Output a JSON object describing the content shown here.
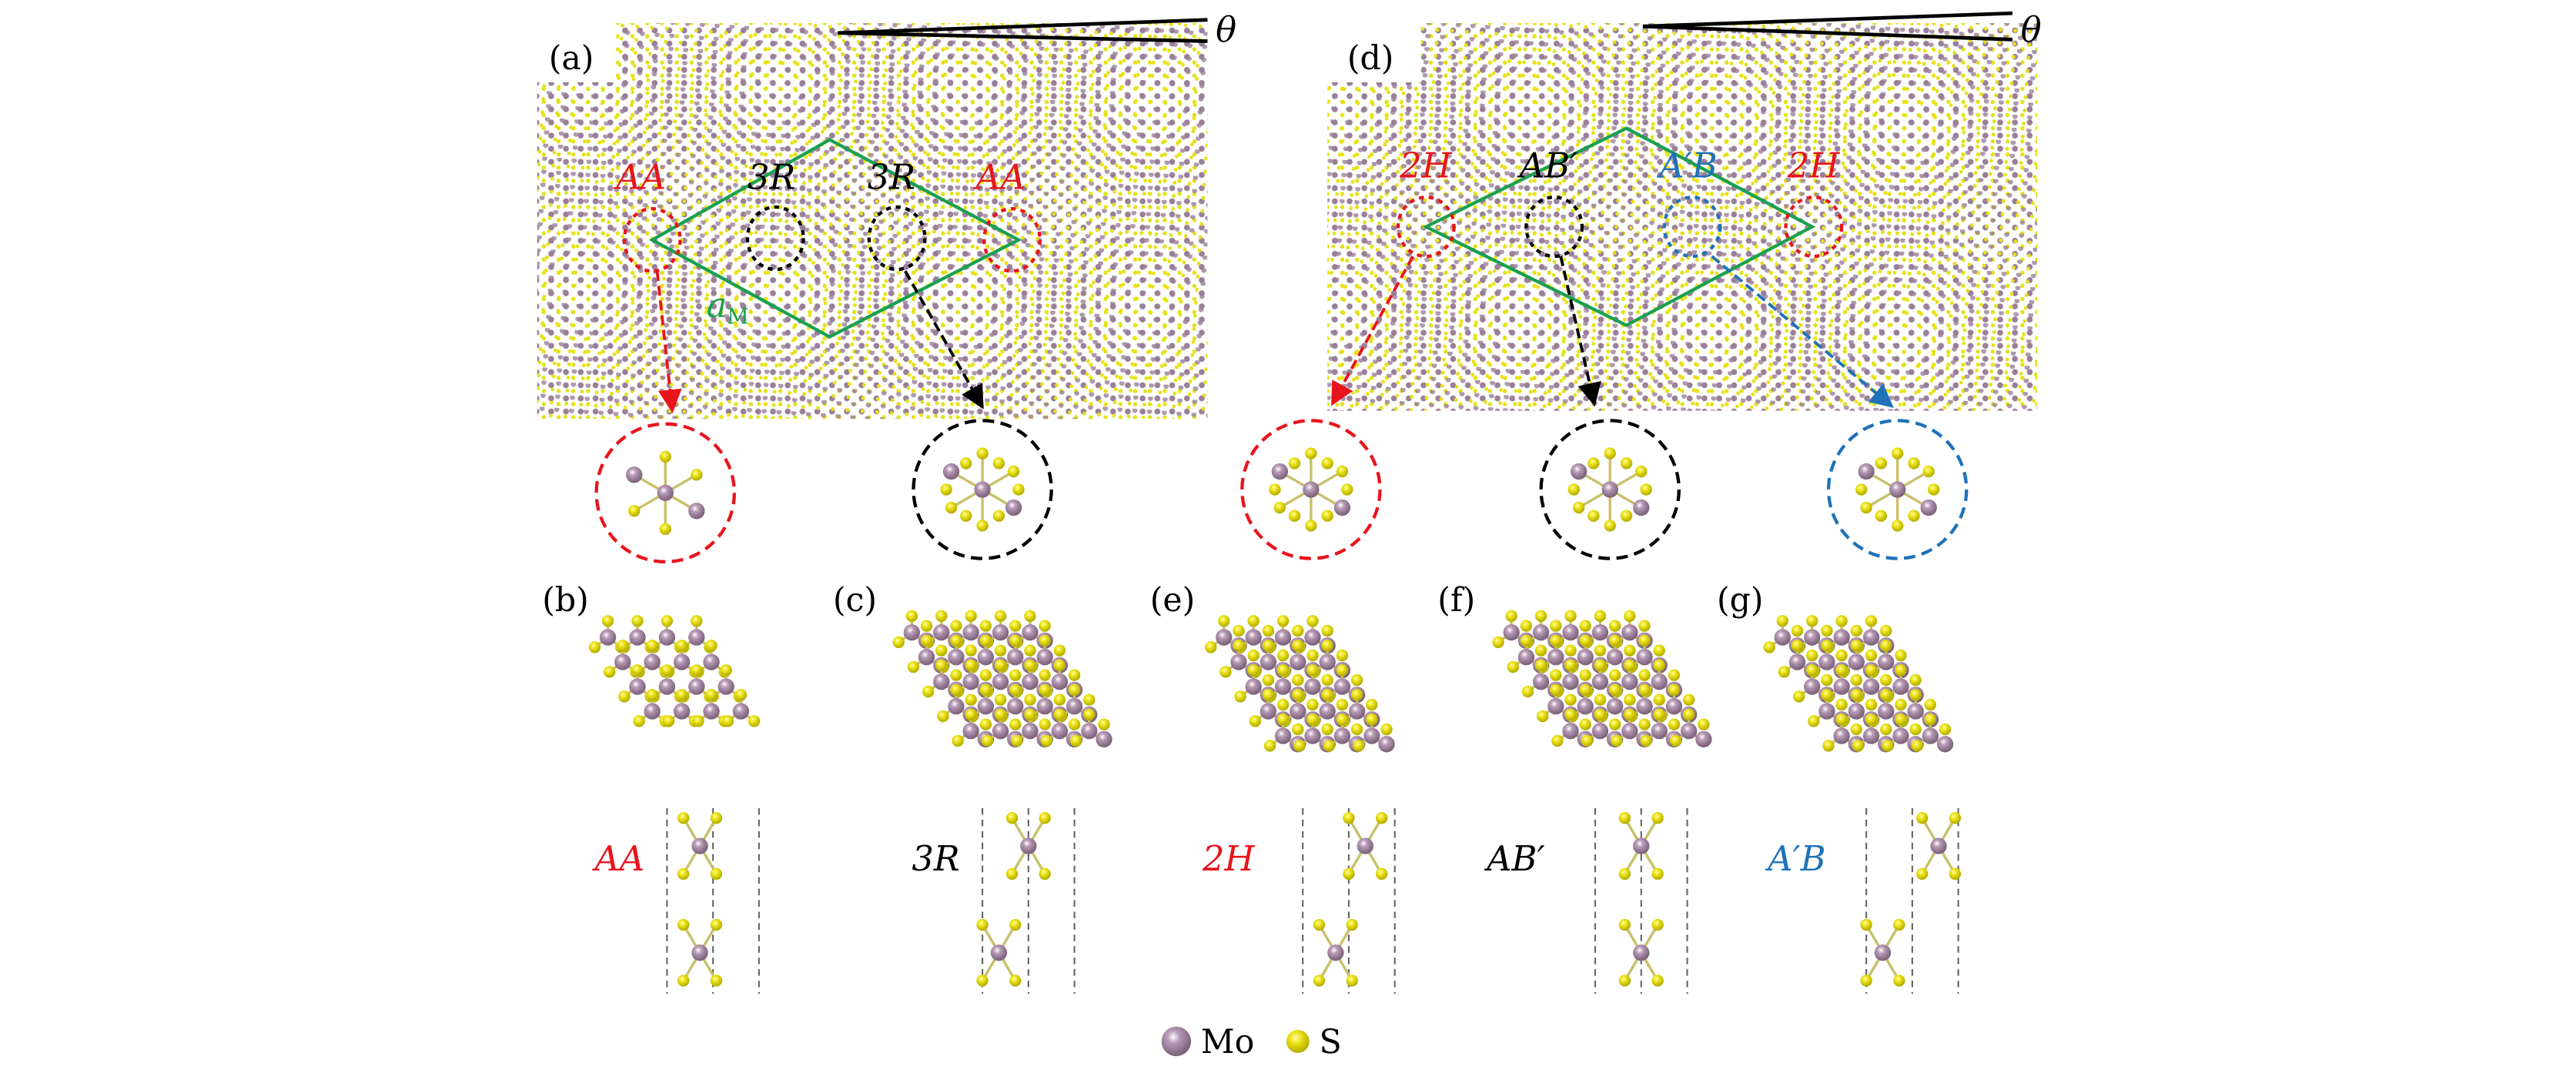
{
  "colors": {
    "mo": "#9a7f99",
    "s": "#e6e21a",
    "red": "#e8141c",
    "blue": "#1f72b8",
    "green": "#1aa050",
    "black": "#000000"
  },
  "panel_a": {
    "label": "(a)",
    "theta": "θ",
    "moire_length": "a",
    "moire_length_sub": "M",
    "regions": [
      "AA",
      "3R",
      "3R",
      "AA"
    ]
  },
  "panel_d": {
    "label": "(d)",
    "theta": "θ",
    "regions": [
      "2H",
      "AB′",
      "A′B",
      "2H"
    ]
  },
  "stackings": [
    {
      "panel": "(b)",
      "name": "AA",
      "color": "red"
    },
    {
      "panel": "(c)",
      "name": "3R",
      "color": "black"
    },
    {
      "panel": "(e)",
      "name": "2H",
      "color": "red"
    },
    {
      "panel": "(f)",
      "name": "AB′",
      "color": "black"
    },
    {
      "panel": "(g)",
      "name": "A′B",
      "color": "blue"
    }
  ],
  "legend": {
    "mo": "Mo",
    "s": "S"
  }
}
